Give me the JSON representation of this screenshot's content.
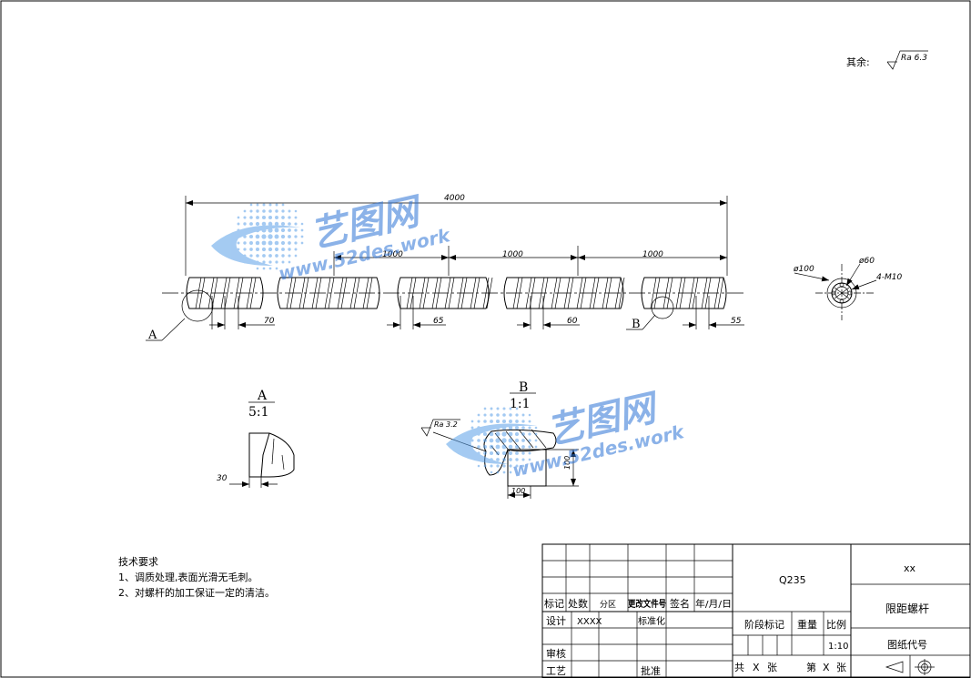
{
  "surface_note": {
    "label": "其余:",
    "roughness": "Ra 6.3"
  },
  "dimensions": {
    "total": "4000",
    "seg1": "1000",
    "seg2": "1000",
    "seg3": "1000",
    "pitch1": "70",
    "pitch2": "65",
    "pitch3": "60",
    "pitch4": "55",
    "dia_outer": "ø100",
    "dia_inner": "ø60",
    "holes": "4-M10",
    "detailA_dim": "30",
    "detailB_h": "100",
    "detailB_w": "100",
    "detailB_rough": "Ra 3.2"
  },
  "labels": {
    "A": "A",
    "B": "B",
    "viewA_title": "A",
    "viewA_scale": "5:1",
    "viewB_title": "B",
    "viewB_scale": "1:1"
  },
  "watermark": {
    "brand": "艺图网",
    "url": "www.52des.work"
  },
  "tech": {
    "title": "技术要求",
    "line1": "1、调质处理,表面光滑无毛刺。",
    "line2": "2、对螺杆的加工保证一定的清洁。"
  },
  "titleblock": {
    "material": "Q235",
    "company": "xx",
    "part_name": "限距螺杆",
    "drawing_no": "图纸代号",
    "h_biaoji": "标记",
    "h_chushu": "处数",
    "h_fenqu": "分区",
    "h_gengai": "更改文件号",
    "h_qianming": "签名",
    "h_date": "年/月/日",
    "h_sheji": "设计",
    "sheji_name": "XXXX",
    "h_biaozhun": "标准化",
    "h_shenhe": "审核",
    "h_gongyi": "工艺",
    "h_pizhun": "批准",
    "h_jieduan": "阶段标记",
    "h_zhongliang": "重量",
    "h_bili": "比例",
    "scale": "1:10",
    "gong": "共",
    "x1": "X",
    "zhang1": "张",
    "di": "第",
    "x2": "X",
    "zhang2": "张"
  }
}
